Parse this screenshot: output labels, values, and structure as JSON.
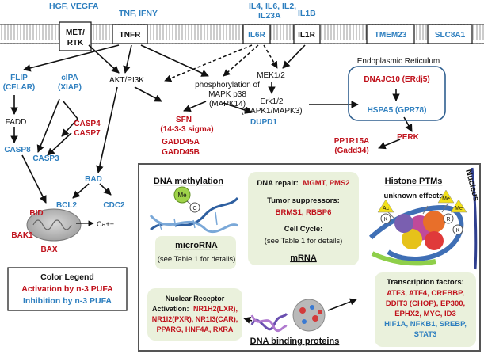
{
  "colors": {
    "activation": "#c0121c",
    "inhibition": "#2e7fbf",
    "text": "#111111",
    "panel_bg": "#eaf1dc",
    "box_border": "#2f5f8f",
    "membrane": "#cfcfcf"
  },
  "ligands": {
    "met": "HGF, VEGFA",
    "tnfr": "TNF, IFNY",
    "il6r": [
      "IL4, IL6, IL2,",
      "IL23A"
    ],
    "il1r": "IL1B"
  },
  "receptors": {
    "met": [
      "MET/",
      "RTK"
    ],
    "tnfr": "TNFR",
    "il6r": "IL6R",
    "il1r": "IL1R",
    "tmem23": "TMEM23",
    "slc8a1": "SLC8A1"
  },
  "nodes": {
    "flip": [
      "FLIP",
      "(CFLAR)"
    ],
    "cipa": [
      "cIPA",
      "(XIAP)"
    ],
    "fadd": "FADD",
    "casp4": "CASP4",
    "casp7": "CASP7",
    "casp8": "CASP8",
    "casp3": "CASP3",
    "akt": "AKT/PI3K",
    "sfn": [
      "SFN",
      "(14-3-3 sigma)"
    ],
    "p38": [
      "phosphorylation of",
      "MAPK p38",
      "(MAPK14)"
    ],
    "gadd45a": "GADD45A",
    "gadd45b": "GADD45B",
    "dupd1": "DUPD1",
    "mek": "MEK1/2",
    "erk": [
      "Erk1/2",
      "(MAPK1/MAPK3)"
    ],
    "er_label": "Endoplasmic Reticulum",
    "dnajc10": "DNAJC10 (ERdj5)",
    "hspa5": "HSPA5 (GPR78)",
    "perk": "PERK",
    "pp1r15a": [
      "PP1R15A",
      "(Gadd34)"
    ],
    "bad": "BAD",
    "bcl2": "BCL2",
    "cdc2": "CDC2",
    "bid": "BID",
    "bak1": "BAK1",
    "bax": "BAX",
    "ca": "Ca++"
  },
  "legend": {
    "title": "Color Legend",
    "activation": "Activation by n-3 PUFA",
    "inhibition": "Inhibition by n-3 PUFA"
  },
  "nucleus": {
    "label": "Nucleus",
    "dna_methylation": "DNA methylation",
    "me": "Me",
    "c": "C",
    "microrna_title": "microRNA",
    "microrna_note": "(see Table 1 for details)",
    "dna_repair_label": "DNA repair:",
    "dna_repair_genes": "MGMT, PMS2",
    "tumor_suppressors_label": "Tumor suppressors:",
    "tumor_suppressors_genes": "BRMS1, RBBP6",
    "cell_cycle_label": "Cell Cycle:",
    "cell_cycle_note": "(see Table 1 for details)",
    "mrna": "mRNA",
    "histone_title": "Histone PTMs",
    "histone_sub": "unknown effects",
    "ac": "Ac",
    "k": "K",
    "r": "R",
    "nuclear_receptor_label": [
      "Nuclear Receptor",
      "Activation:"
    ],
    "nuclear_receptor_genes": [
      "NR1H2(LXR),",
      "NR1I2(PXR), NR1I3(CAR),",
      "PPARG, HNF4A, RXRA"
    ],
    "dna_binding": "DNA binding proteins",
    "tf_label": "Transcription factors:",
    "tf_red": [
      "ATF3, ATF4, CREBBP,",
      "DDIT3 (CHOP), EP300,",
      "EPHX2, MYC, ID3"
    ],
    "tf_blue": [
      "HIF1A, NFKB1, SREBP,",
      "STAT3"
    ]
  }
}
